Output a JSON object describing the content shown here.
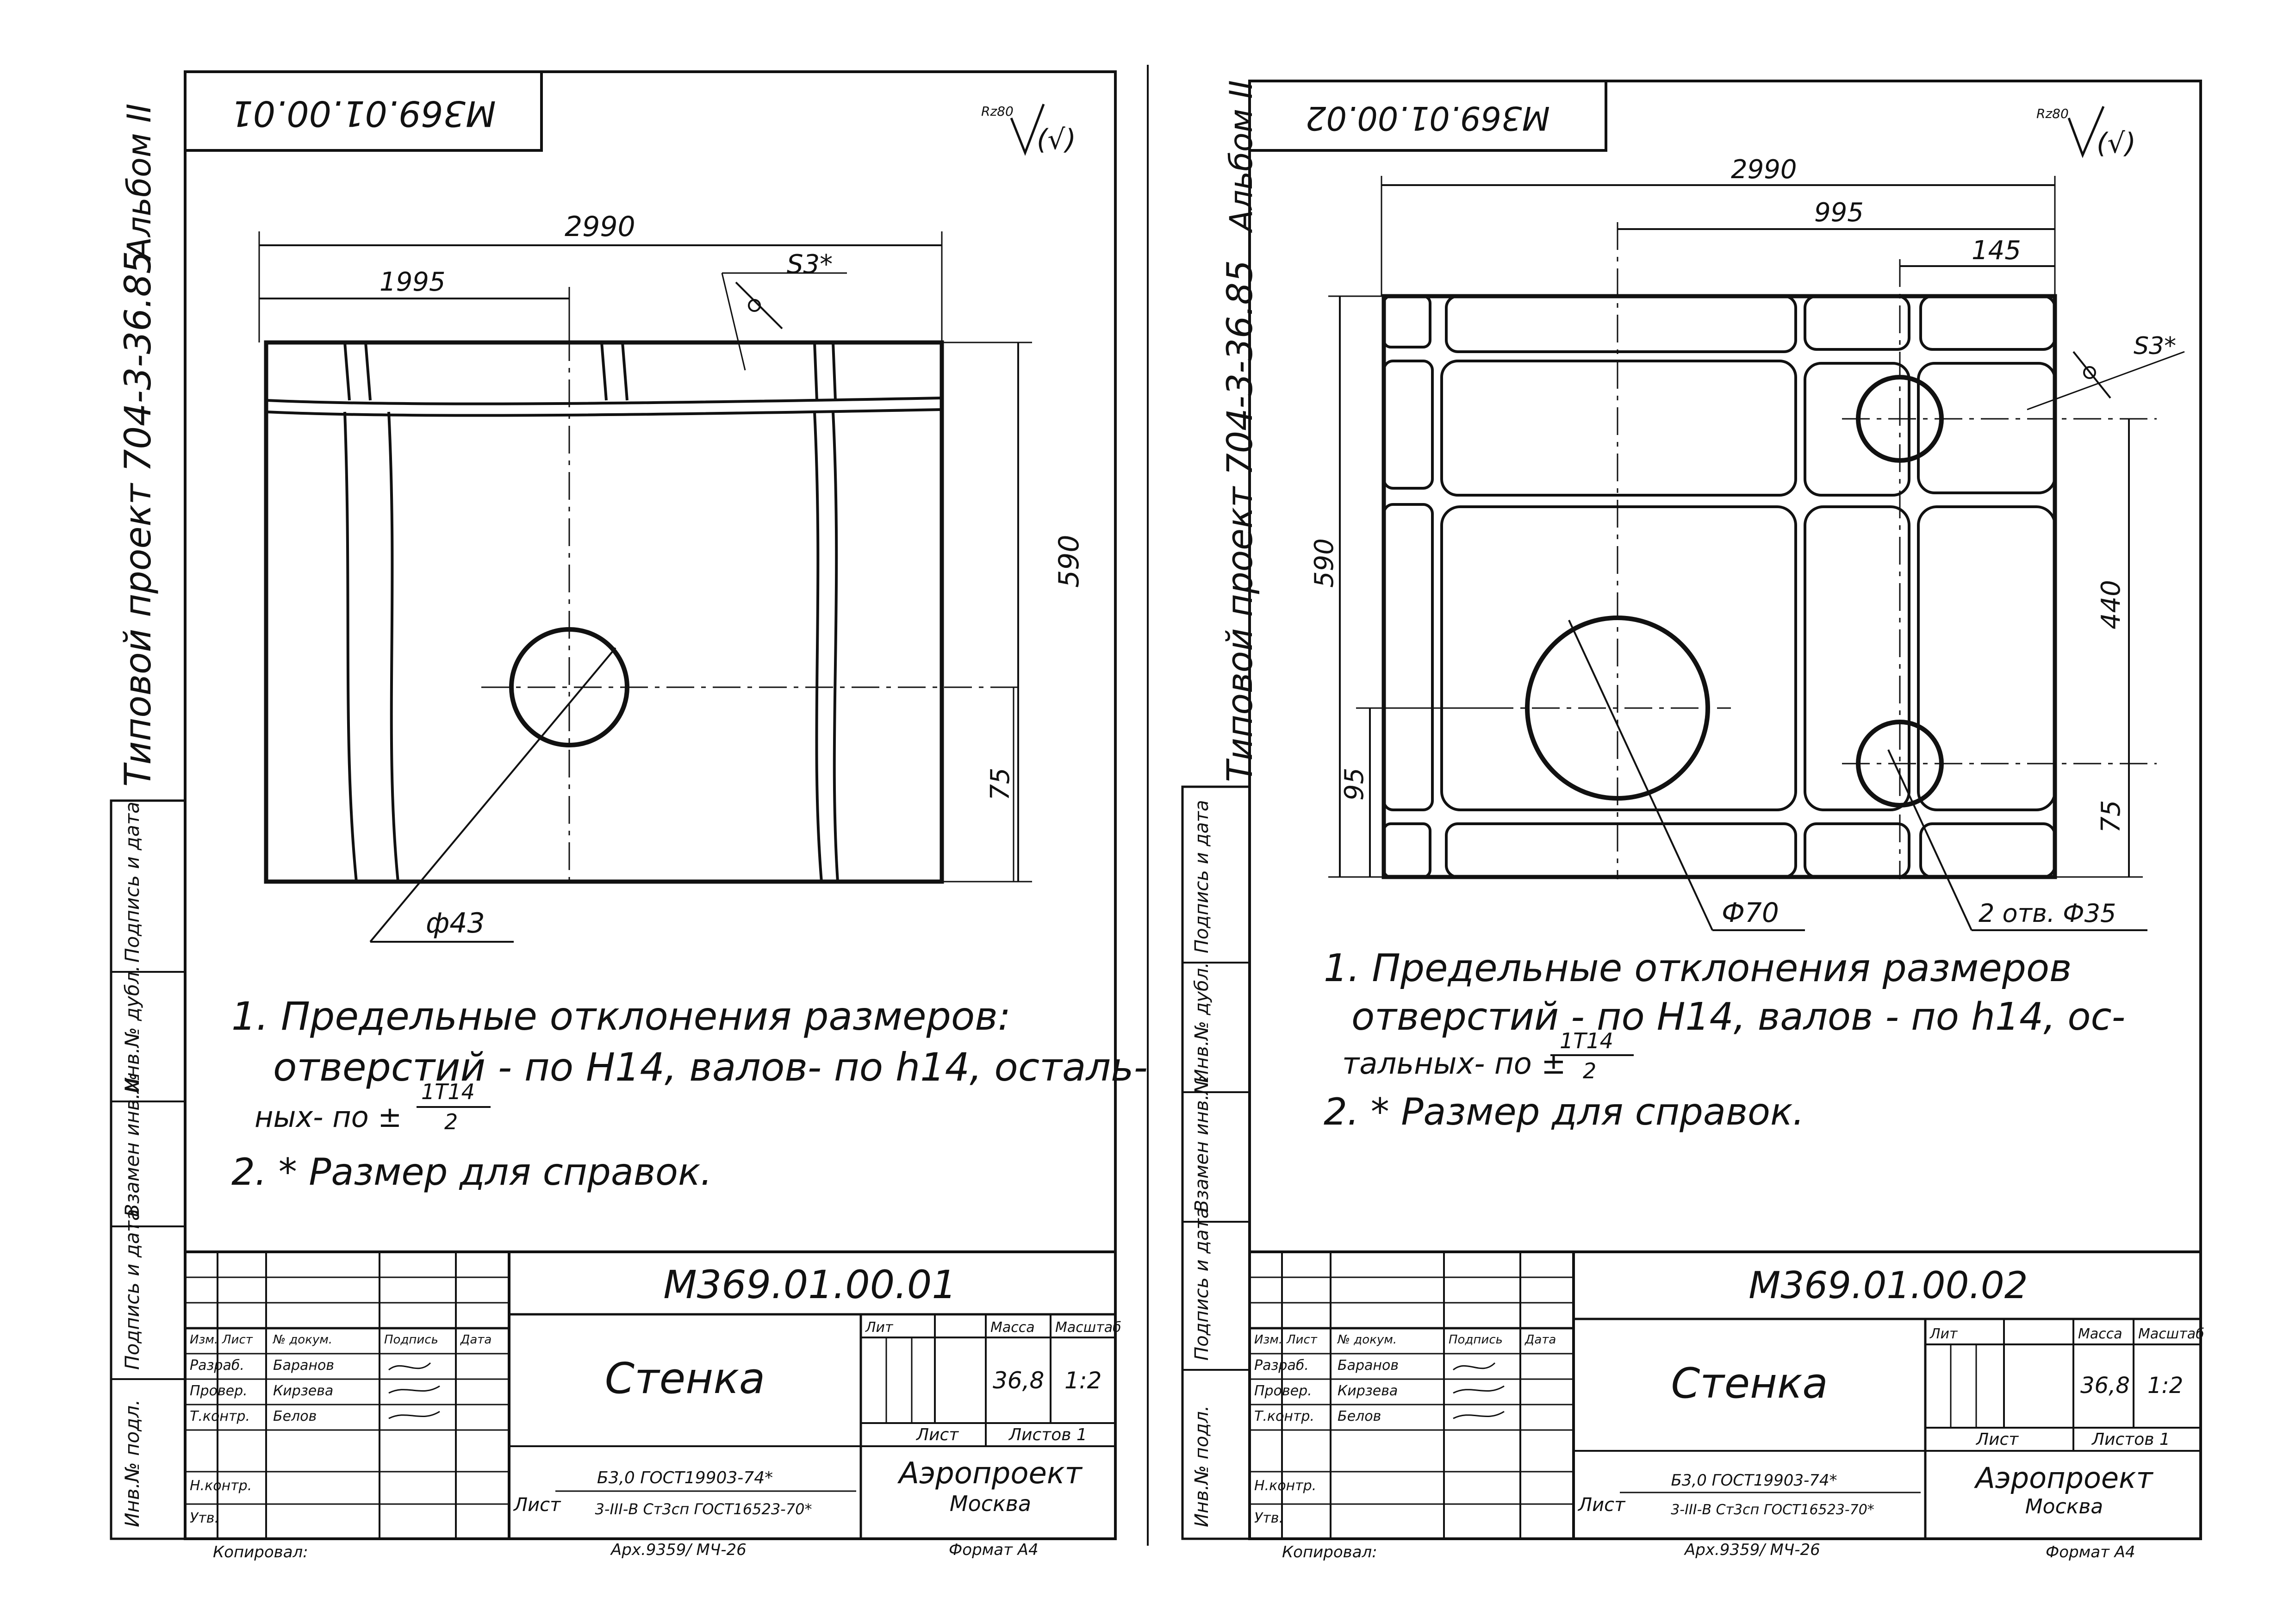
{
  "left": {
    "side_title": "Типовой проект 704-3-36.85",
    "album": "Альбом II",
    "stamp_top": "М369.01.00.01",
    "roughness": "Rz80",
    "dims": {
      "overall": "2990",
      "hole_x": "1995",
      "height": "590",
      "hole_y": "75",
      "thick": "S3*",
      "hole": "ф43"
    },
    "notes": [
      "1. Предельные отклонения размеров:",
      "отверстий - по Н14, валов- по h14, осталь-",
      "ных- по ±",
      "1Т14",
      "2",
      "2. * Размер для справок."
    ],
    "title_block": {
      "code": "М369.01.00.01",
      "name": "Стенка",
      "lit": "Лит",
      "mass_h": "Масса",
      "scale_h": "Масштаб",
      "mass": "36,8",
      "scale": "1:2",
      "sheet": "Лист",
      "sheets": "Листов 1",
      "material_top": "Б3,0 ГОСТ19903-74*",
      "material_bottom": "3-III-В Ст3сп ГОСТ16523-70*",
      "material_label": "Лист",
      "org": "Аэропроект",
      "city": "Москва",
      "rows": [
        "Изм.",
        "Лист",
        "№ докум.",
        "Подпись",
        "Дата",
        "Разраб.",
        "Баранов",
        "Провер.",
        "Кирзева",
        "Т.контр.",
        "Белов",
        "Н.контр.",
        "Утв."
      ],
      "copied": "Копировал:",
      "archive": "Арх.9359/ МЧ-26",
      "format": "Формат А4"
    },
    "margin_labels": [
      "Подпись и дата",
      "Инв.№ дубл.",
      "Взамен инв.№",
      "Подпись и дата",
      "Инв.№ подл."
    ]
  },
  "right": {
    "side_title": "Типовой проект 704-3-36.85",
    "album": "Альбом II",
    "stamp_top": "М369.01.00.02",
    "roughness": "Rz80",
    "dims": {
      "overall": "2990",
      "mid": "995",
      "small": "145",
      "height": "590",
      "low": "95",
      "span": "440",
      "bottom": "75",
      "thick": "S3*",
      "hole": "Ф70",
      "holes2": "2 отв. Ф35"
    },
    "notes": [
      "1. Предельные отклонения размеров",
      "отверстий - по Н14, валов - по h14, ос-",
      "тальных- по ±",
      "1Т14",
      "2",
      "2. * Размер для справок."
    ],
    "title_block": {
      "code": "М369.01.00.02",
      "name": "Стенка",
      "lit": "Лит",
      "mass_h": "Масса",
      "scale_h": "Масштаб",
      "mass": "36,8",
      "scale": "1:2",
      "sheet": "Лист",
      "sheets": "Листов 1",
      "material_top": "Б3,0 ГОСТ19903-74*",
      "material_bottom": "3-III-В Ст3сп ГОСТ16523-70*",
      "material_label": "Лист",
      "org": "Аэропроект",
      "city": "Москва",
      "rows": [
        "Изм.",
        "Лист",
        "№ докум.",
        "Подпись",
        "Дата",
        "Разраб.",
        "Баранов",
        "Провер.",
        "Кирзева",
        "Т.контр.",
        "Белов",
        "Н.контр.",
        "Утв."
      ],
      "copied": "Копировал:",
      "archive": "Арх.9359/ МЧ-26",
      "format": "Формат А4"
    },
    "margin_labels": [
      "Подпись и дата",
      "Инв.№ дубл.",
      "Взамен инв.№",
      "Подпись и дата",
      "Инв.№ подл."
    ]
  }
}
